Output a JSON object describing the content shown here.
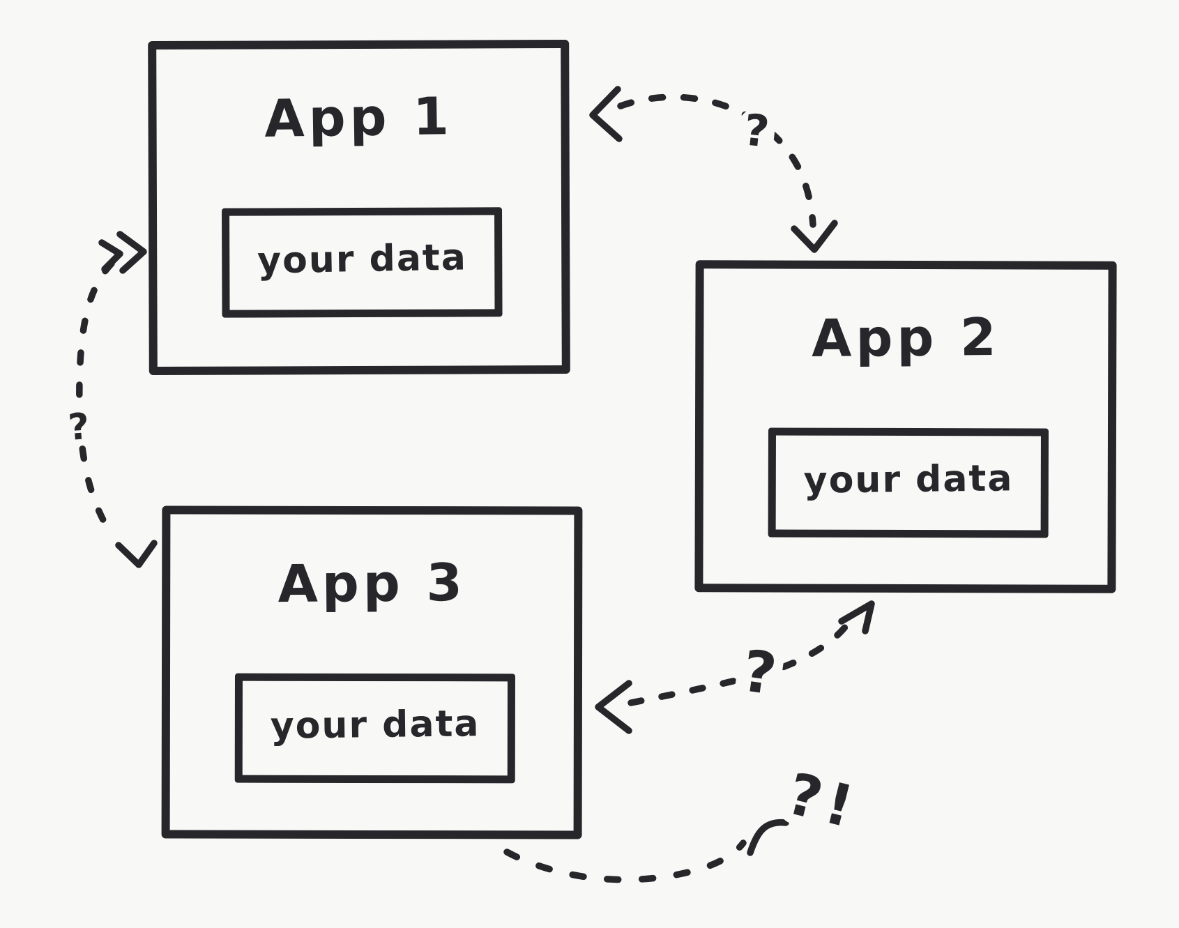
{
  "canvas": {
    "background": "#f8f8f6",
    "ink": "#26262b"
  },
  "apps": [
    {
      "title": "App 1",
      "data_label": "your data"
    },
    {
      "title": "App 2",
      "data_label": "your data"
    },
    {
      "title": "App 3",
      "data_label": "your data"
    }
  ],
  "annotations": {
    "top_question": "?",
    "left_question": "?",
    "middle_question": "?",
    "bottom_question_exclamation": "?!"
  }
}
